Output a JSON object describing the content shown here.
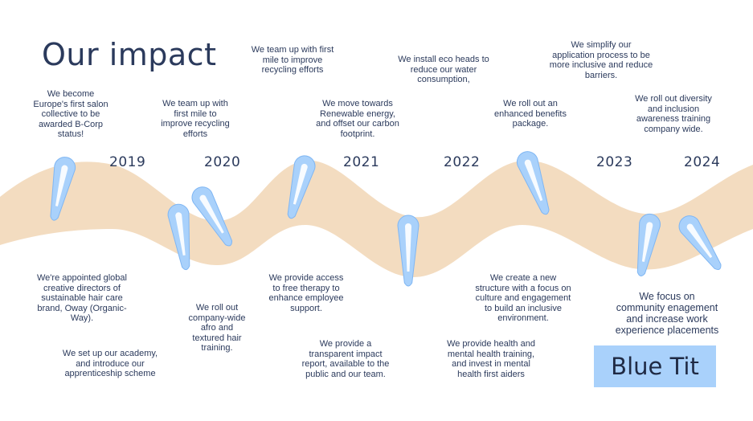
{
  "title": "Our impact",
  "years": [
    "2019",
    "2020",
    "2021",
    "2022",
    "2023",
    "2024"
  ],
  "milestones": {
    "above": [
      "We become\nEurope's first salon\ncollective to be\nawarded B-Corp\nstatus!",
      "We team up with\nfirst mile to\nimprove recycling\nefforts",
      "We team up with first\nmile to improve\nrecycling efforts",
      "We move towards\nRenewable energy,\nand offset our carbon\nfootprint.",
      "We install eco heads to\nreduce our water\nconsumption,",
      "We roll out an\nenhanced benefits\npackage.",
      "We simplify our\napplication process to be\nmore inclusive and reduce\nbarriers.",
      "We roll out diversity\nand inclusion\nawareness training\ncompany wide."
    ],
    "below": [
      "We're appointed global\ncreative directors of\nsustainable hair care\nbrand, Oway (Organic-\nWay).",
      "We set up our academy,\nand introduce our\napprenticeship scheme",
      "We roll out\ncompany-wide\nafro and\ntextured hair\ntraining.",
      "We provide access\nto free therapy to\nenhance employee\nsupport.",
      "We provide a\ntransparent impact\nreport, available to the\npublic and our team.",
      "We provide health and\nmental health training,\nand invest in mental\nhealth first aiders",
      "We create a new\nstructure with a focus on\nculture and engagement\nto build an inclusive\nenvironment.",
      "We focus on\ncommunity enagement\nand increase work\nexperience placements"
    ]
  },
  "brand": "Blue Tit",
  "colors": {
    "wave": "#f3dcc0",
    "clip_fill": "#a9d1fb",
    "clip_stroke": "#7fb6f3",
    "text": "#2b3a5c",
    "brand_bg": "#a9d1fb"
  },
  "icons": [
    "hair-clip-icon"
  ]
}
